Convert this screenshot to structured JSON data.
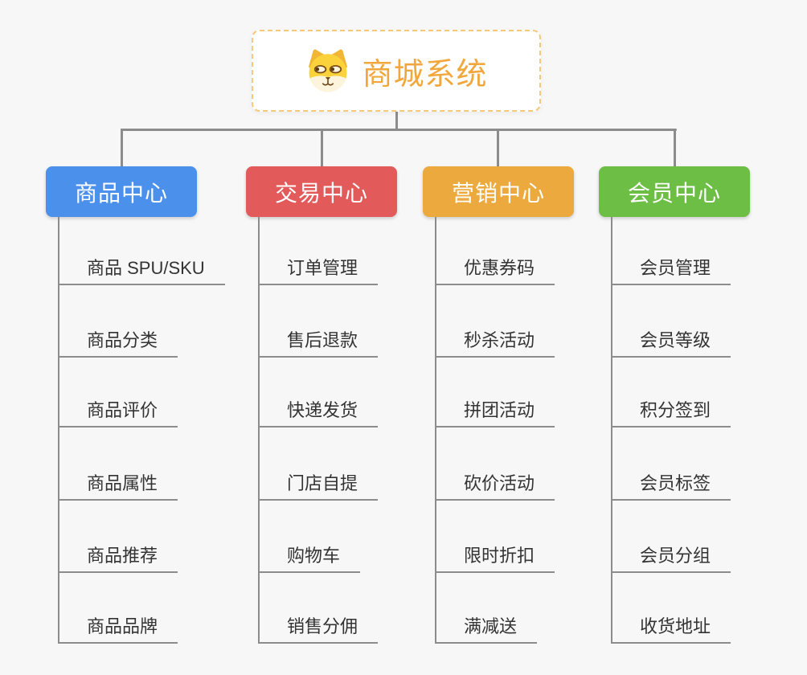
{
  "root": {
    "title": "商城系统",
    "icon": "dog-face-icon"
  },
  "branches": [
    {
      "label": "商品中心",
      "color": "#4b90ea",
      "items": [
        "商品 SPU/SKU",
        "商品分类",
        "商品评价",
        "商品属性",
        "商品推荐",
        "商品品牌"
      ]
    },
    {
      "label": "交易中心",
      "color": "#e25b5a",
      "items": [
        "订单管理",
        "售后退款",
        "快递发货",
        "门店自提",
        "购物车",
        "销售分佣"
      ]
    },
    {
      "label": "营销中心",
      "color": "#eba93e",
      "items": [
        "优惠券码",
        "秒杀活动",
        "拼团活动",
        "砍价活动",
        "限时折扣",
        "满减送"
      ]
    },
    {
      "label": "会员中心",
      "color": "#6cbe45",
      "items": [
        "会员管理",
        "会员等级",
        "积分签到",
        "会员标签",
        "会员分组",
        "收货地址"
      ]
    }
  ],
  "colors": {
    "background": "#f7f7f7",
    "connector": "#8c8c8c",
    "root_border": "#f7c879",
    "root_text": "#f1a73c",
    "item_text": "#333333"
  }
}
